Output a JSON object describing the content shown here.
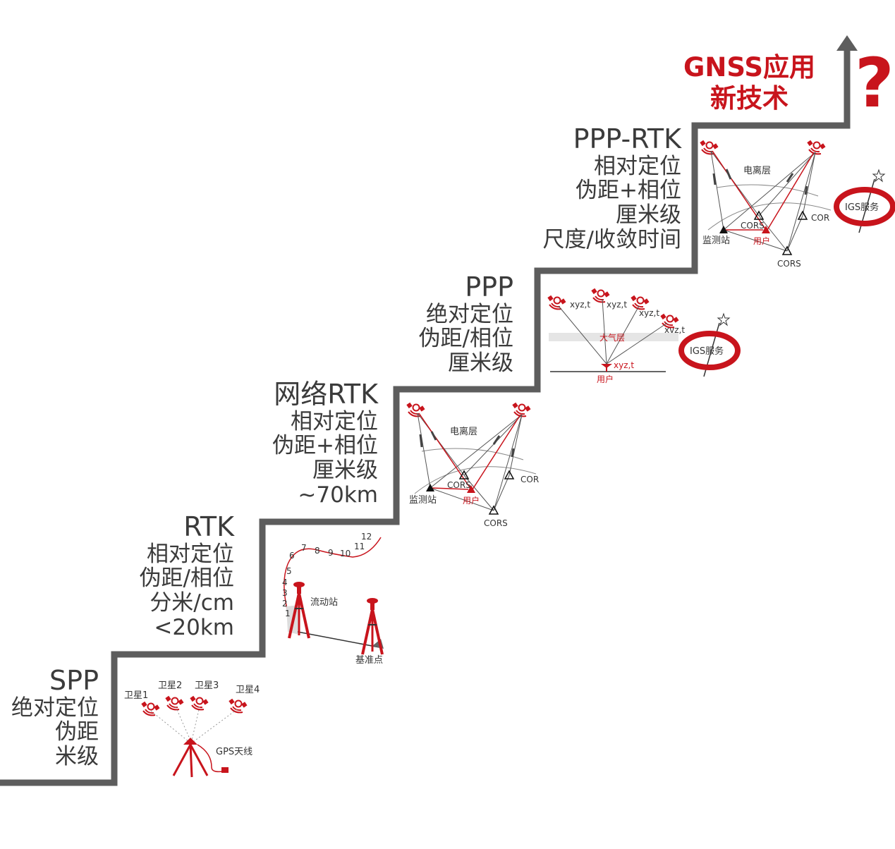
{
  "target": {
    "line1": "GNSS应用",
    "line2": "新技术",
    "question": "?"
  },
  "levels": {
    "spp": {
      "name": "SPP",
      "lines": [
        "绝对定位",
        "伪距",
        "米级"
      ]
    },
    "rtk": {
      "name": "RTK",
      "lines": [
        "相对定位",
        "伪距/相位",
        "分米/cm",
        "<20km"
      ]
    },
    "nrtk": {
      "name": "网络RTK",
      "lines": [
        "相对定位",
        "伪距+相位",
        "厘米级",
        "~70km"
      ]
    },
    "ppp": {
      "name": "PPP",
      "lines": [
        "绝对定位",
        "伪距/相位",
        "厘米级"
      ]
    },
    "ppprtk": {
      "name": "PPP-RTK",
      "lines": [
        "相对定位",
        "伪距+相位",
        "厘米级",
        "尺度/收敛时间"
      ]
    }
  },
  "spp_diagram": {
    "sats": [
      "卫星1",
      "卫星2",
      "卫星3",
      "卫星4"
    ],
    "antenna": "GPS天线"
  },
  "rtk_diagram": {
    "epochs": [
      "1",
      "2",
      "3",
      "4",
      "5",
      "6",
      "7",
      "8",
      "9",
      "10",
      "11",
      "12"
    ],
    "rover": "流动站",
    "base": "基准点"
  },
  "nrtk_diagram": {
    "ionosphere": "电离层",
    "cors1": "CORS",
    "cors2": "COR",
    "cors3": "CORS",
    "monitor": "监测站",
    "user": "用户"
  },
  "ppp_diagram": {
    "sat_label": "xyz,t",
    "sat_label_alt": "xvz,t",
    "atmosphere": "大气层",
    "user": "用户",
    "user_label": "xyz,t",
    "igs": "IGS服务"
  },
  "ppprtk_diagram": {
    "ionosphere": "电离层",
    "cors1": "CORS",
    "cors2": "COR",
    "cors3": "CORS",
    "monitor": "监测站",
    "user": "用户",
    "igs": "IGS服务"
  },
  "colors": {
    "stair": "#5d5d5d",
    "accent": "#c8141c",
    "text": "#3b3b3b"
  }
}
